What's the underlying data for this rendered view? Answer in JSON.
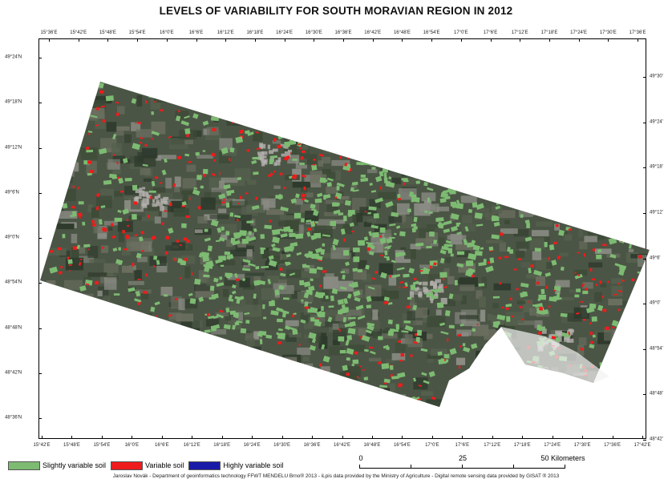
{
  "title": "LEVELS OF VARIABILITY FOR SOUTH MORAVIAN REGION IN 2012",
  "top_lon_labels": [
    "15°36'E",
    "15°42'E",
    "15°48'E",
    "15°54'E",
    "16°0'E",
    "16°6'E",
    "16°12'E",
    "16°18'E",
    "16°24'E",
    "16°30'E",
    "16°36'E",
    "16°42'E",
    "16°48'E",
    "16°54'E",
    "17°0'E",
    "17°6'E",
    "17°12'E",
    "17°18'E",
    "17°24'E",
    "17°30'E",
    "17°36'E"
  ],
  "bottom_lon_labels": [
    "15°42'E",
    "15°48'E",
    "15°54'E",
    "16°0'E",
    "16°6'E",
    "16°12'E",
    "16°18'E",
    "16°24'E",
    "16°30'E",
    "16°36'E",
    "16°42'E",
    "16°48'E",
    "16°54'E",
    "17°0'E",
    "17°6'E",
    "17°12'E",
    "17°18'E",
    "17°24'E",
    "17°30'E",
    "17°36'E",
    "17°42'E"
  ],
  "left_lat_labels": [
    "49°24'N",
    "49°18'N",
    "49°12'N",
    "49°6'N",
    "49°0'N",
    "48°54'N",
    "48°48'N",
    "48°42'N",
    "48°36'N"
  ],
  "right_lat_labels": [
    "49°30'",
    "49°24'",
    "49°18'",
    "49°12'",
    "49°6'",
    "49°0'",
    "48°54'",
    "48°48'",
    "48°42'"
  ],
  "legend": [
    {
      "label": "Slightly variable soil",
      "color": "#7dbb72"
    },
    {
      "label": "Variable soil",
      "color": "#ee1c1c"
    },
    {
      "label": "Highly variable soil",
      "color": "#1a1aa8"
    }
  ],
  "scale": {
    "labels": [
      "0",
      "25",
      "50 Kilometers"
    ]
  },
  "footer": "Jaroslav Novák - Department of geoinformatics technology FFWT MENDELU Brno® 2013 - iLpis data provided by the Ministry of Agriculture - Digital remote sensing data provided by GISAT ® 2013",
  "colors": {
    "terrain_dark": "#2e3a2c",
    "terrain_mid": "#55604d",
    "terrain_light": "#8a8c84",
    "urban": "#b4b0ae"
  }
}
